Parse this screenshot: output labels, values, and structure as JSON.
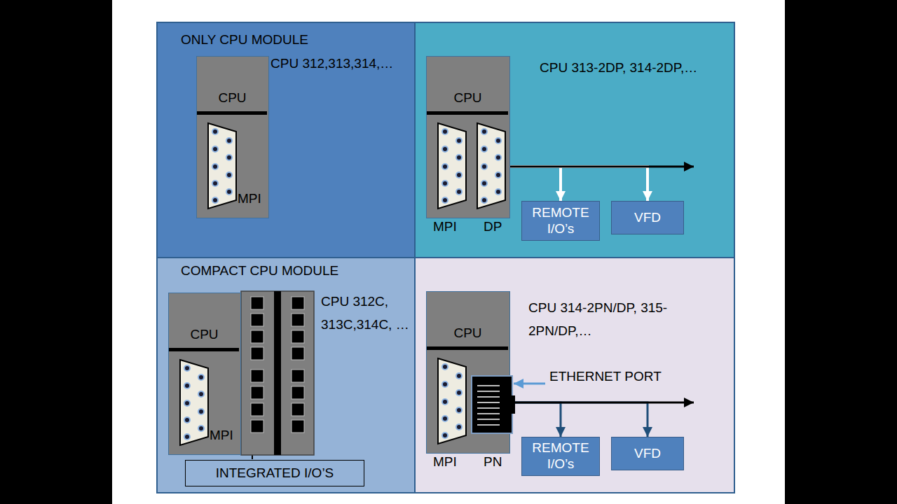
{
  "diagram": {
    "nodes": [
      {
        "text": [
          "ONLY CPU MODULE",
          "CPU 312,313,314,…"
        ]
      },
      {
        "text": [
          "CPU",
          "MPI"
        ],
        "in": 0
      },
      {
        "text": [
          "CPU 313-2DP, 314-2DP,…"
        ]
      },
      {
        "text": [
          "CPU"
        ],
        "in": 2
      },
      {
        "text": [
          "REMOTE I/O’s"
        ],
        "in": 2
      },
      {
        "text": [
          "VFD"
        ],
        "in": 2
      },
      {
        "text": [
          "COMPACT CPU MODULE",
          "CPU 312C, 313C,314C, …"
        ]
      },
      {
        "text": [
          "CPU",
          "MPI"
        ],
        "in": 6
      },
      {
        "text": [
          "INTEGRATED I/O’S"
        ],
        "in": 6
      },
      {
        "text": [
          "CPU 314-2PN/DP, 315-2PN/DP,…"
        ]
      },
      {
        "text": [
          "CPU"
        ],
        "in": 9
      },
      {
        "text": [
          "REMOTE I/O’s"
        ],
        "in": 9
      },
      {
        "text": [
          "VFD"
        ],
        "in": 9
      }
    ],
    "edges": [
      {
        "from": 3,
        "to": 4,
        "arrow": "to"
      },
      {
        "from": 3,
        "to": 5,
        "arrow": "to"
      },
      {
        "from": 10,
        "to": 11,
        "arrow": "to"
      },
      {
        "from": 10,
        "to": 12,
        "arrow": "to"
      }
    ],
    "labels": [
      "MPI",
      "DP",
      "ETHERNET PORT",
      "MPI",
      "PN"
    ]
  }
}
